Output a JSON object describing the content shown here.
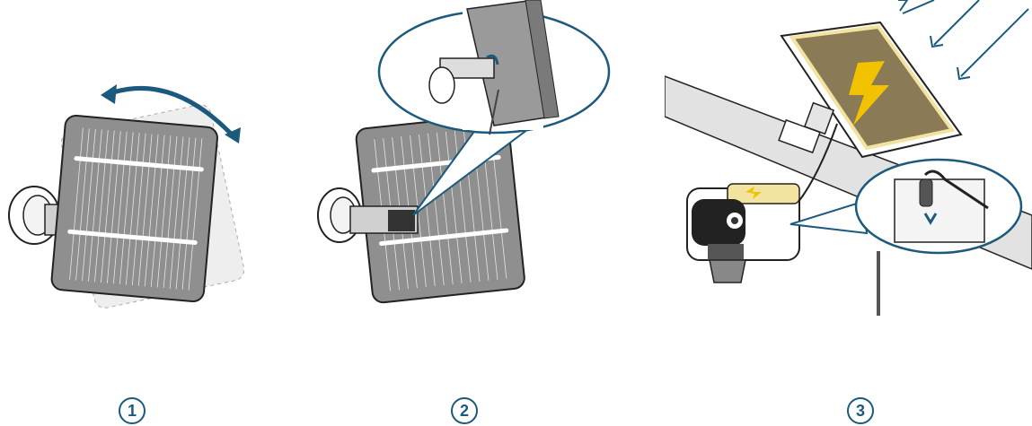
{
  "steps": [
    {
      "number": "1",
      "description_icon": "rotate-panel"
    },
    {
      "number": "2",
      "description_icon": "tighten-mount-screw"
    },
    {
      "number": "3",
      "description_icon": "connect-camera-cable"
    }
  ],
  "colors": {
    "accent": "#1b5a7d",
    "panel": "#8f8f8f",
    "panel_dark": "#6f6f6f",
    "solar_cell": "#8a7a55",
    "solar_frame": "#f2e3a0",
    "lightning": "#f2c200",
    "outline": "#222222"
  }
}
